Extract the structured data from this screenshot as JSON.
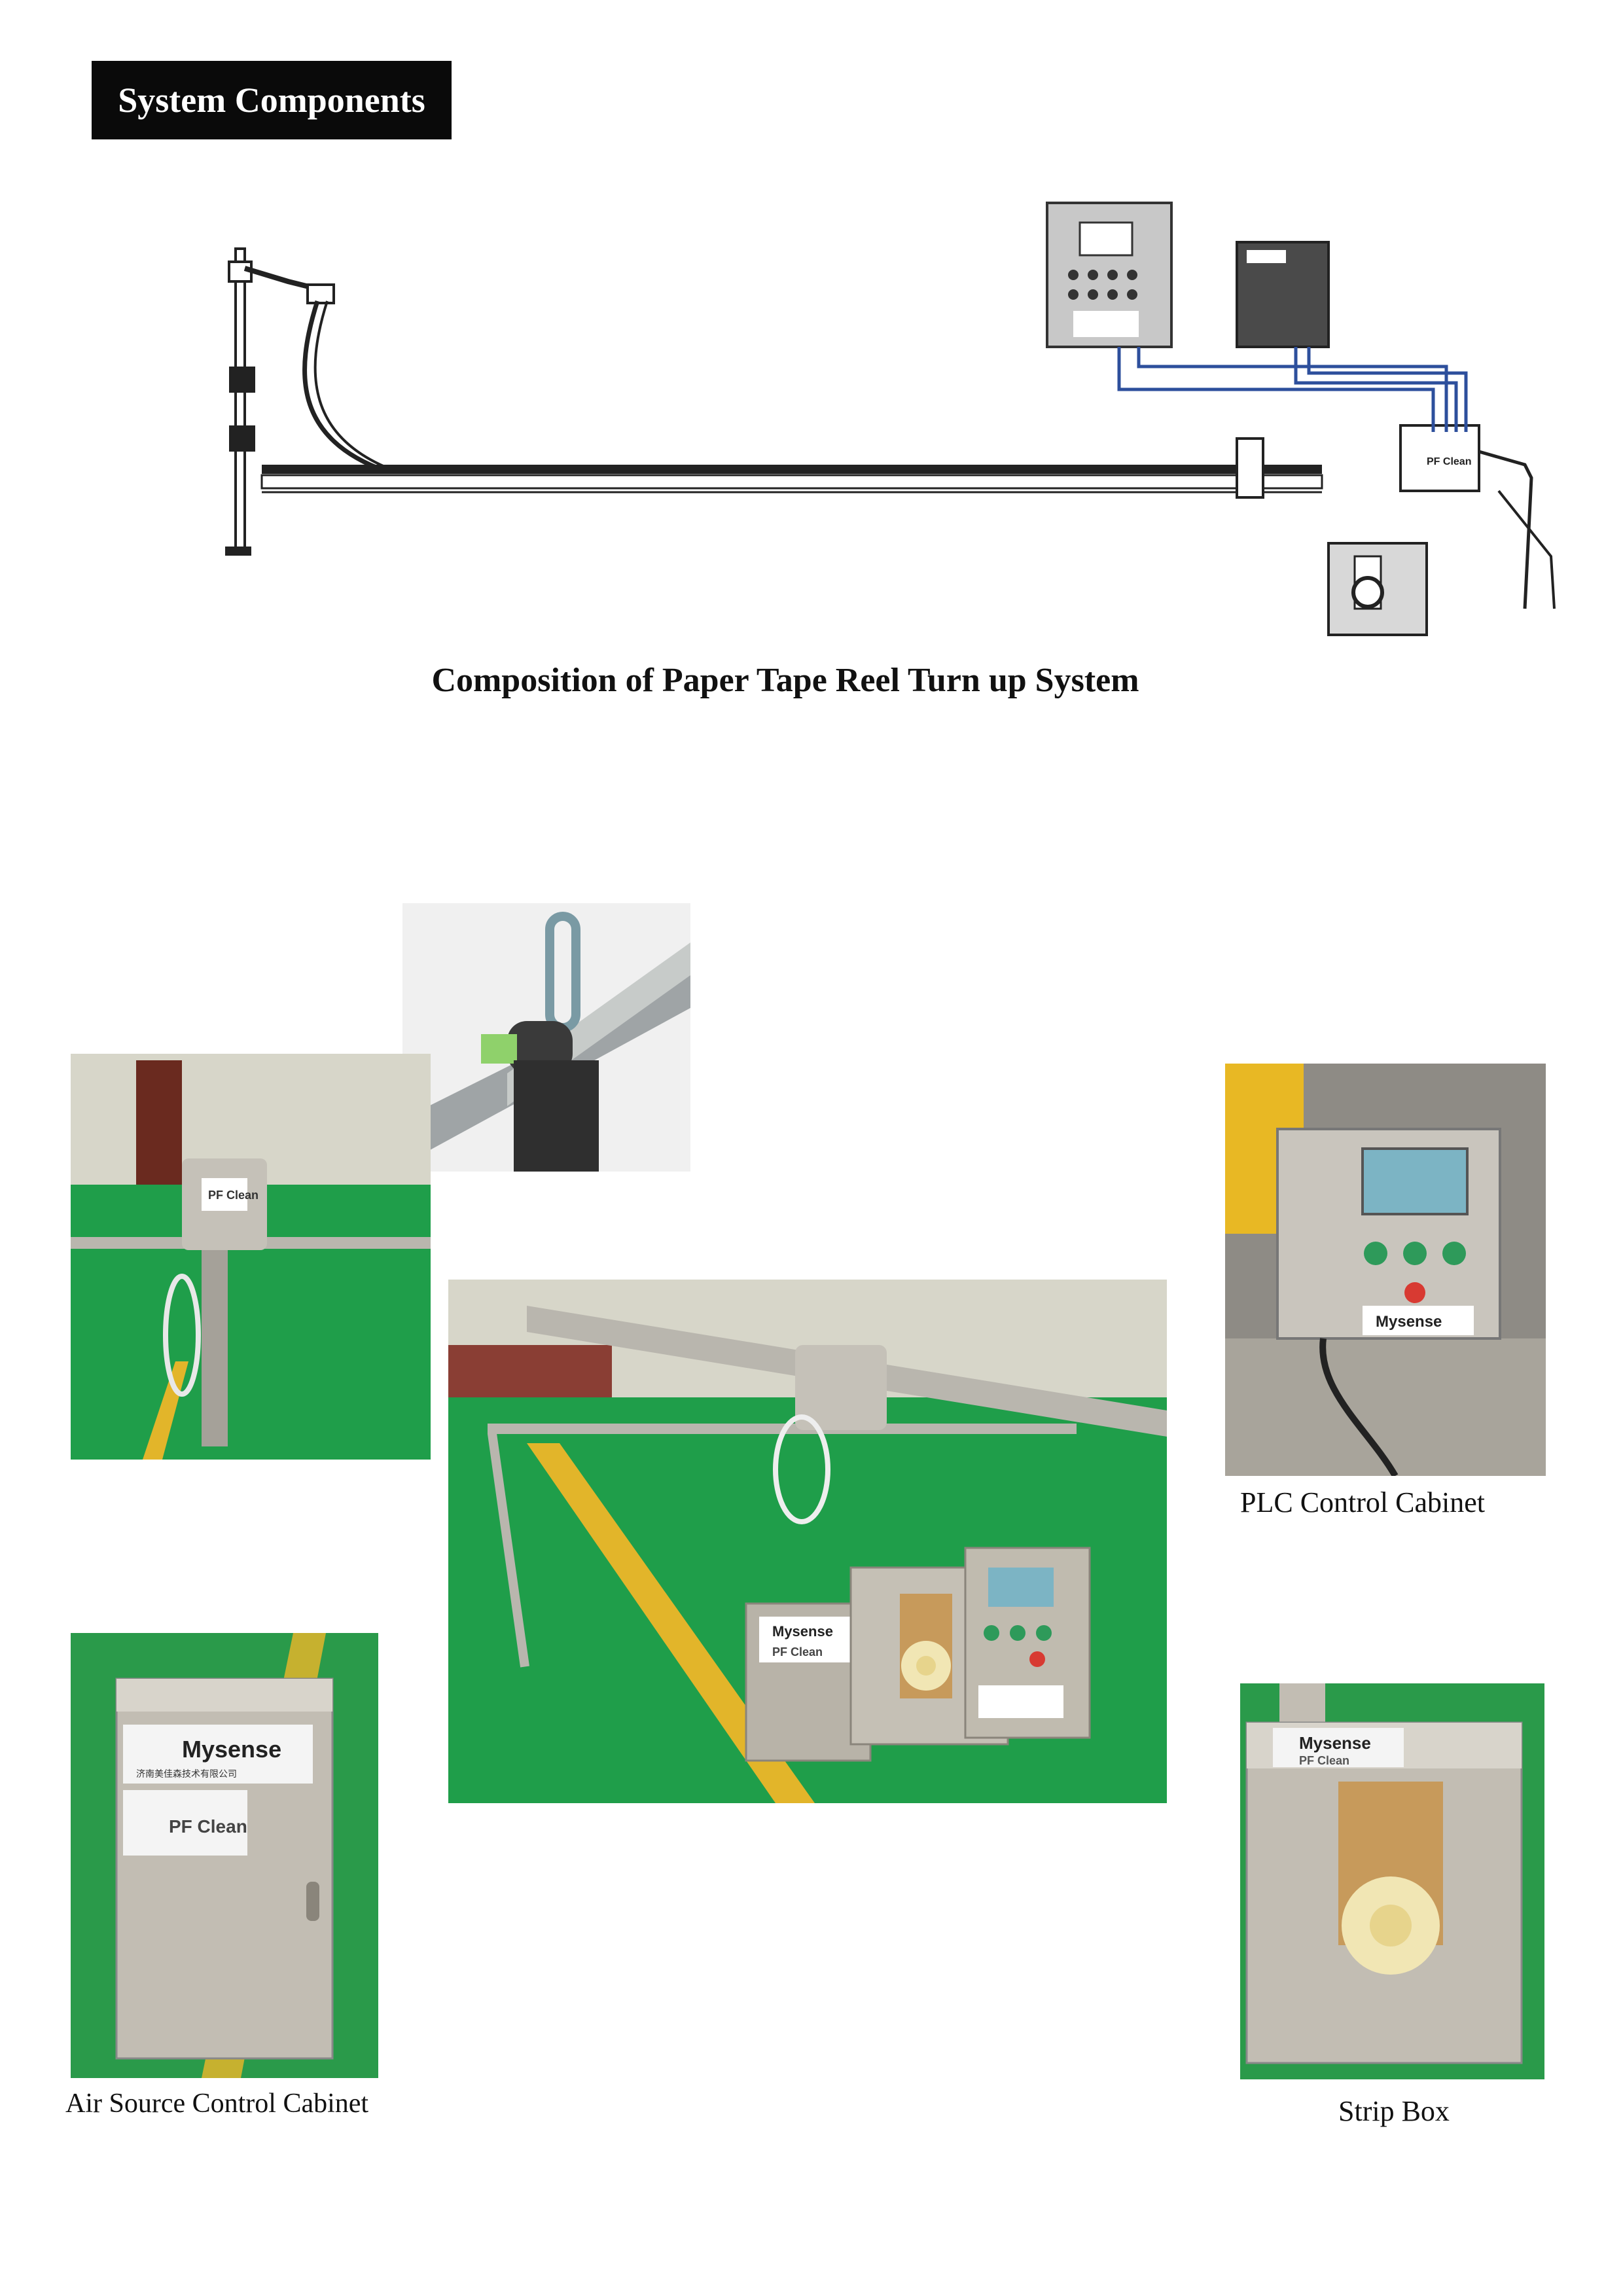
{
  "section_title": "System Components",
  "diagram": {
    "caption": "Composition of Paper Tape Reel Turn up System",
    "brand_label": "PF Clean"
  },
  "photos": {
    "brand_primary": "Mysense",
    "brand_secondary": "PF Clean",
    "company_cn": "济南美佳森技术有限公司",
    "plc_caption": "PLC Control Cabinet",
    "air_caption": "Air Source Control Cabinet",
    "strip_caption": "Strip Box"
  },
  "colors": {
    "floor_green": "#1f9e4a",
    "stripe_yellow": "#e2b52a",
    "steel": "#b9b6ae",
    "cable_blue": "#2d4f9c",
    "header_bg": "#0a0a0a"
  }
}
